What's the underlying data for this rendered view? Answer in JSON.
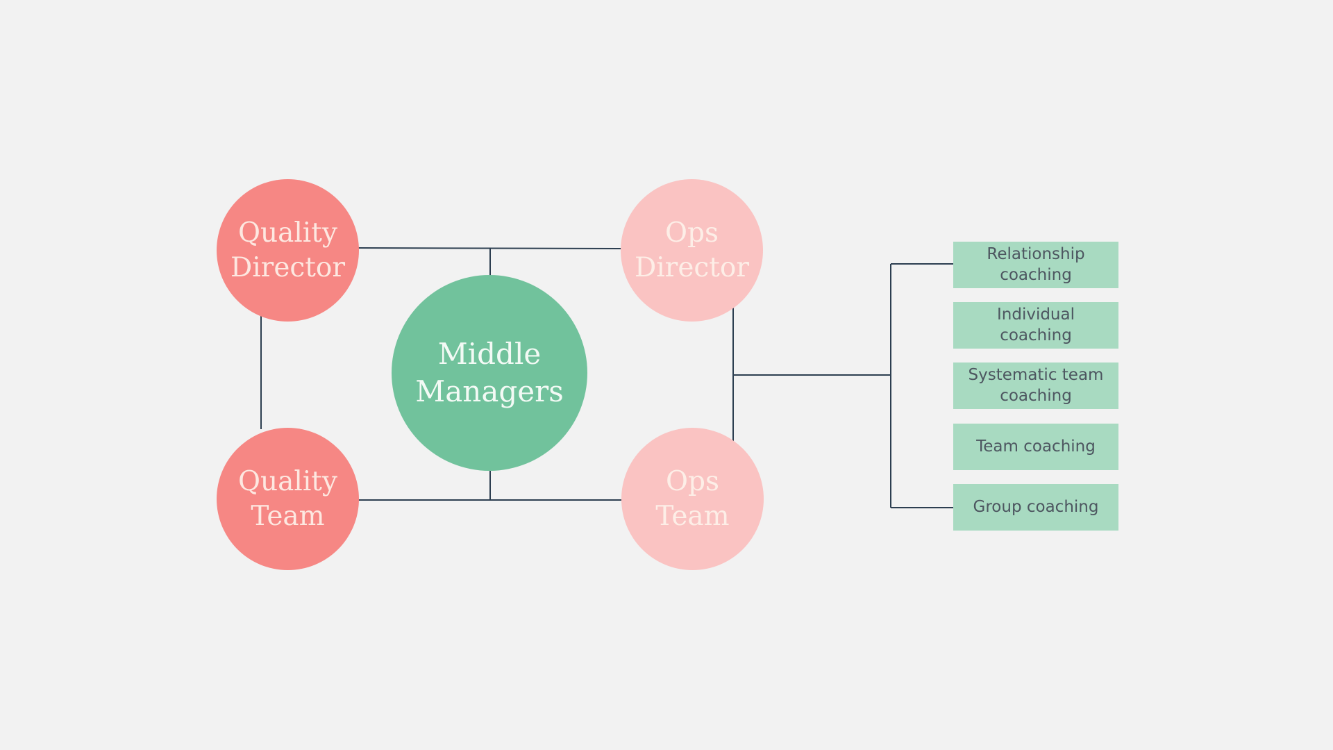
{
  "colors": {
    "background": "#f2f2f2",
    "line": "#2c3e50",
    "quality": "#f68784",
    "quality_text": "#fde8e1",
    "ops": "#fac3c2",
    "ops_text": "#fdeee7",
    "middle": "#71c29c",
    "middle_text": "#f3faf5",
    "box": "#a8dac1",
    "box_text": "#4d5660"
  },
  "nodes": {
    "quality_director": "Quality\nDirector",
    "ops_director": "Ops\nDirector",
    "middle_managers": "Middle\nManagers",
    "quality_team": "Quality\nTeam",
    "ops_team": "Ops\nTeam"
  },
  "coaching_types": [
    "Relationship\ncoaching",
    "Individual\ncoaching",
    "Systematic team\ncoaching",
    "Team coaching",
    "Group coaching"
  ]
}
